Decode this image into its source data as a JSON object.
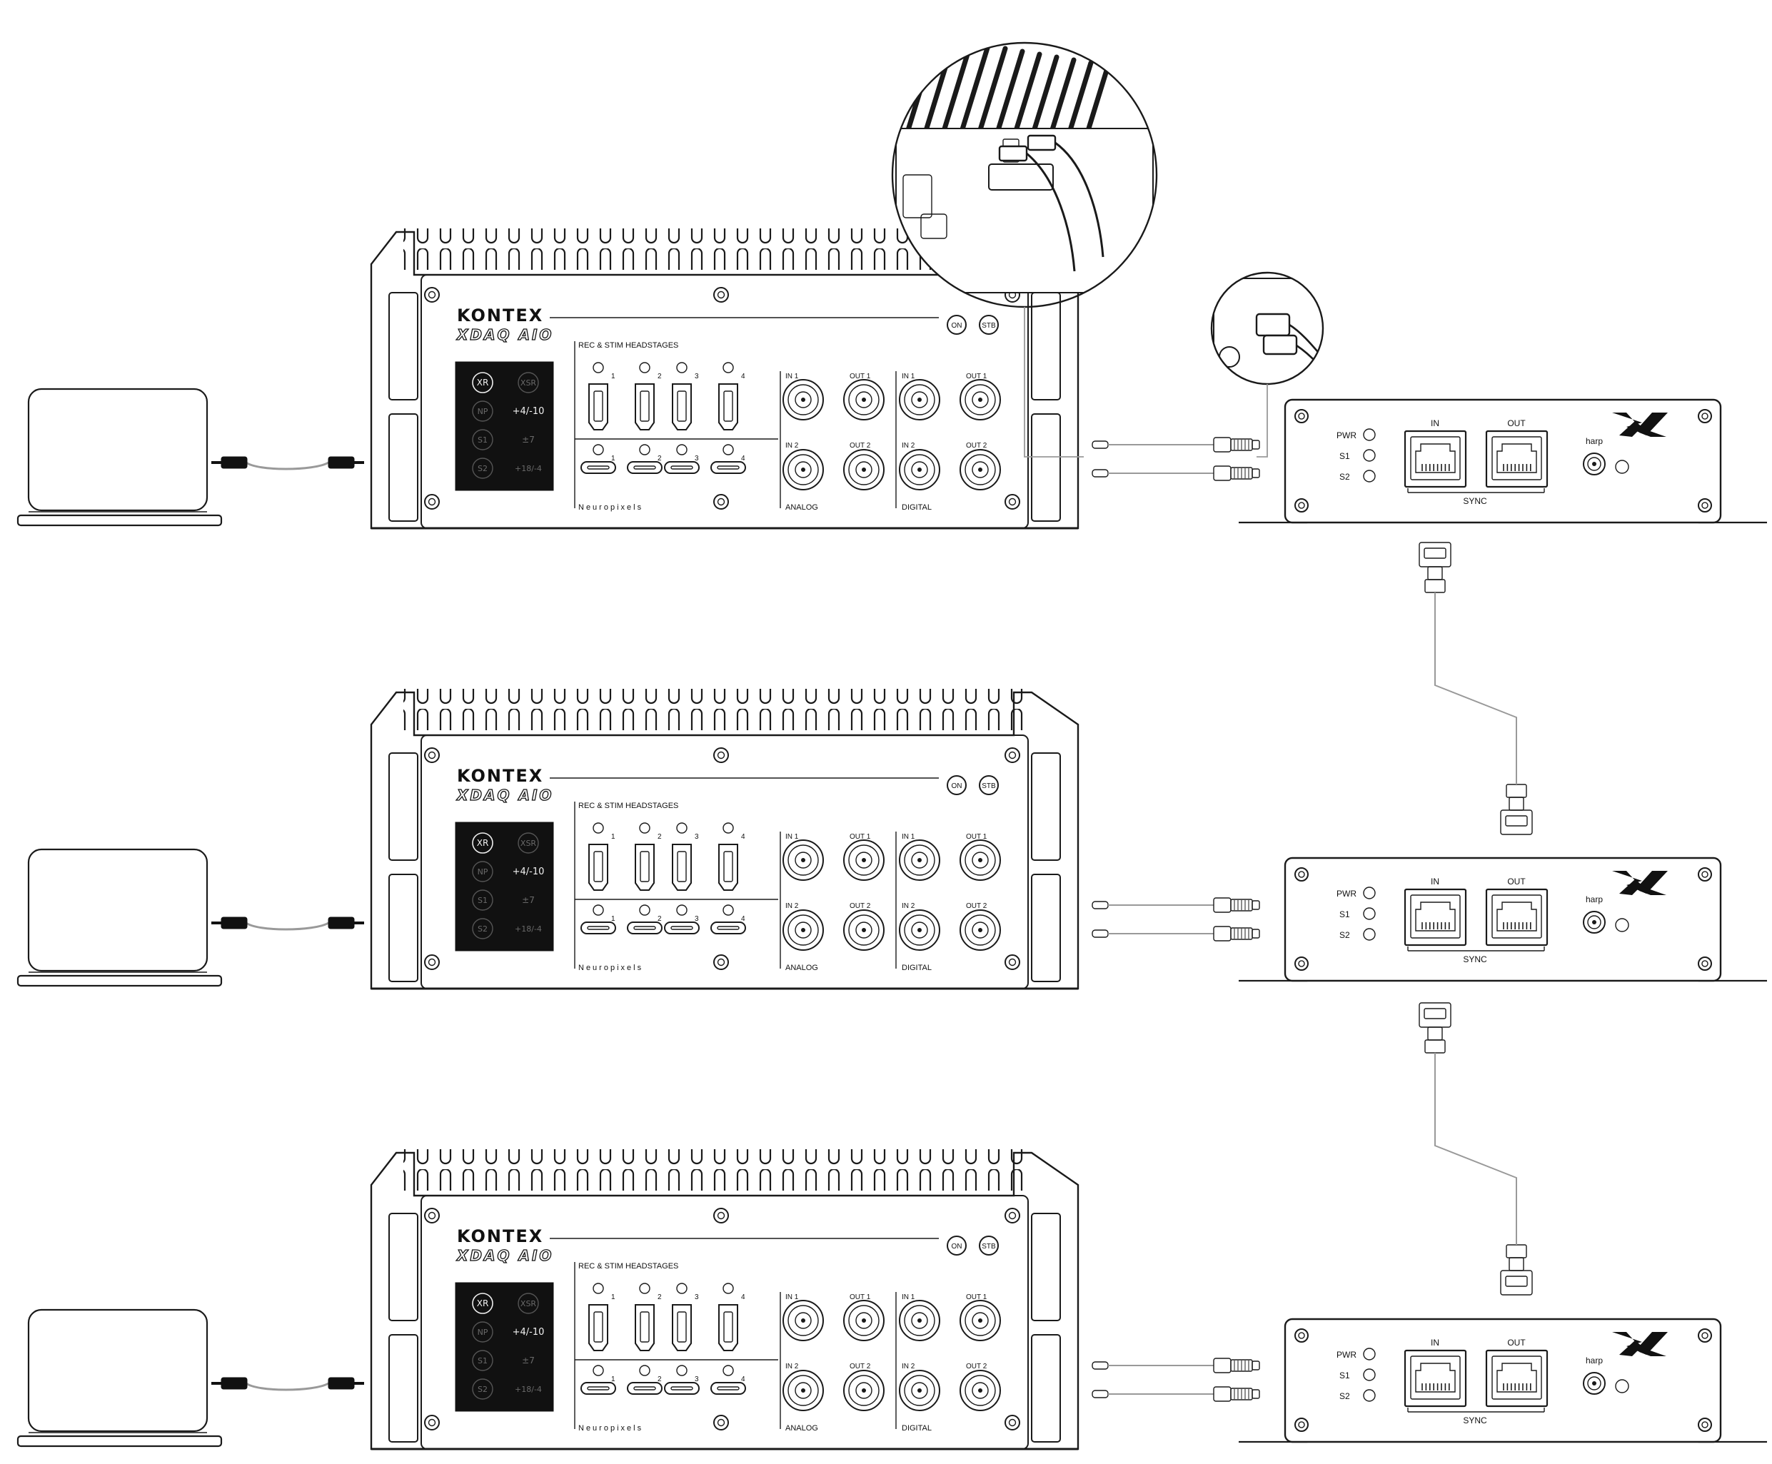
{
  "colors": {
    "line": "#1a1a1a",
    "panel": "#111111",
    "cable": "#999999",
    "background": "#ffffff"
  },
  "daq": {
    "brand": "KONTEX",
    "model": "XDAQ AIO",
    "power_on": "ON",
    "power_stb": "STB",
    "headstages_title": "REC & STIM HEADSTAGES",
    "neuropixels_label": "Neuropixels",
    "analog_label": "ANALOG",
    "digital_label": "DIGITAL",
    "port_numbers": [
      "1",
      "2",
      "3",
      "4"
    ],
    "bnc_in1": "IN 1",
    "bnc_out1": "OUT 1",
    "bnc_in2": "IN 2",
    "bnc_out2": "OUT 2",
    "panel": {
      "xr": "XR",
      "xsr": "XSR",
      "np": "NP",
      "s1": "S1",
      "s2": "S2",
      "range1": "+4/-10",
      "range2": "±7",
      "range3": "+18/-4"
    }
  },
  "sync": {
    "pwr": "PWR",
    "s1": "S1",
    "s2": "S2",
    "in": "IN",
    "out": "OUT",
    "sync_label": "SYNC",
    "harp": "harp"
  },
  "icons": {
    "laptop": "laptop-icon",
    "usb_cable": "thunderbolt-cable-icon",
    "ethernet_plug": "rj45-plug-icon",
    "coax_cable": "coax-cable-icon",
    "magnifier": "zoom-detail-icon"
  }
}
